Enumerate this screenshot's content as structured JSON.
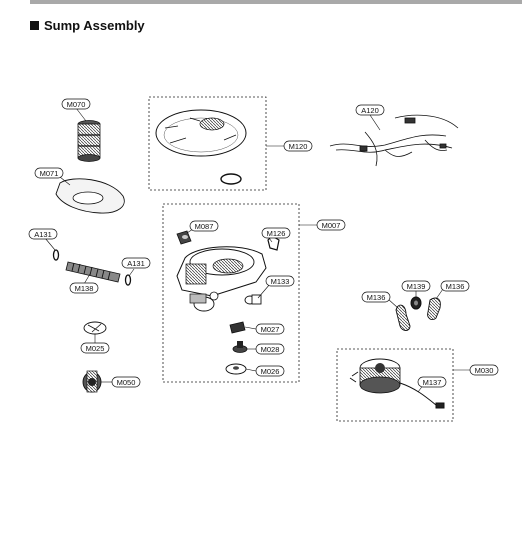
{
  "header": {
    "title": "Sump Assembly"
  },
  "part_labels": {
    "M070": "M070",
    "M071": "M071",
    "A131_left": "A131",
    "M138": "M138",
    "A131_right": "A131",
    "M025": "M025",
    "M050": "M050",
    "M120": "M120",
    "A120": "A120",
    "M007": "M007",
    "M087": "M087",
    "M126": "M126",
    "M133": "M133",
    "M027": "M027",
    "M028": "M028",
    "M026": "M026",
    "M136_left": "M136",
    "M139": "M139",
    "M136_right": "M136",
    "M030": "M030",
    "M137": "M137"
  }
}
